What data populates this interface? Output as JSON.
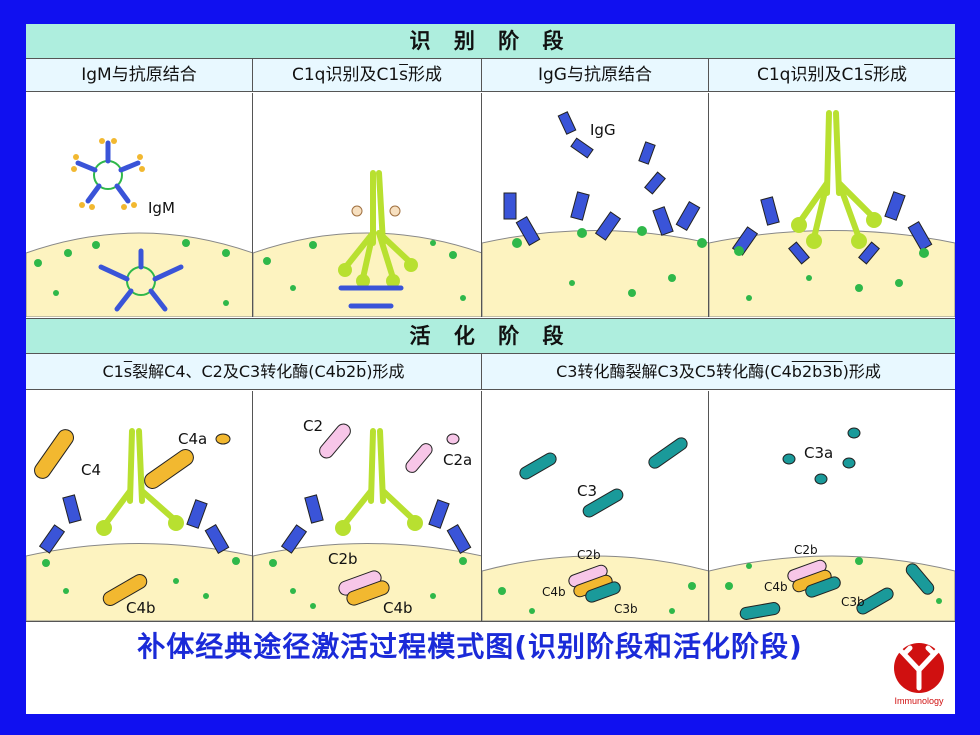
{
  "stage1": {
    "title": "识 别 阶 段",
    "panels": [
      {
        "header_prefix": "IgM与抗原结合",
        "header_over": "",
        "header_suffix": "",
        "label": "IgM"
      },
      {
        "header_prefix": "C1q识别及C1",
        "header_over": "s",
        "header_suffix": "形成",
        "label": ""
      },
      {
        "header_prefix": "IgG与抗原结合",
        "header_over": "",
        "header_suffix": "",
        "label": "IgG"
      },
      {
        "header_prefix": "C1q识别及C1",
        "header_over": "s",
        "header_suffix": "形成",
        "label": ""
      }
    ]
  },
  "stage2": {
    "title": "活 化 阶 段",
    "left_header": {
      "p1": "C1",
      "o1": "s",
      "p2": "裂解C4、C2及C3转化酶(C4",
      "o2": "b2b",
      "p3": ")形成"
    },
    "right_header": {
      "p1": "C3转化酶裂解C3及C5转化酶(C4",
      "o1": "b2b3b",
      "p2": ")形成"
    },
    "panels": [
      {
        "labels": [
          "C4",
          "C4a",
          "C4b"
        ]
      },
      {
        "labels": [
          "C2",
          "C2a",
          "C2b",
          "C4b"
        ]
      },
      {
        "labels": [
          "C3",
          "C2b",
          "C4b",
          "C3b"
        ]
      },
      {
        "labels": [
          "C3a",
          "C2b",
          "C4b",
          "C3b"
        ]
      }
    ]
  },
  "caption": "补体经典途径激活过程模式图(识别阶段和活化阶段)",
  "logo": {
    "text": "Immunology",
    "color": "#d01010"
  },
  "colors": {
    "background": "#1010f0",
    "stage_band": "#aeeede",
    "header_cell": "#e8f8ff",
    "membrane": "#fdf3c0",
    "antibody": "#3a54d8",
    "c1q": "#b8e030",
    "c4": "#f2b830",
    "c2": "#f7c6e8",
    "c3": "#1a9a9a",
    "dot": "#2fb84a",
    "caption": "#1a2ad8"
  }
}
